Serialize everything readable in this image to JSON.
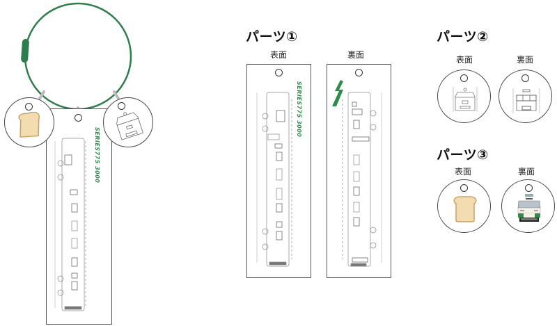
{
  "assembled": {
    "ring_color": "#2e7d4f",
    "series_text": "SERIES775 3000"
  },
  "parts": [
    {
      "title": "パーツ①",
      "faces": [
        {
          "label": "表面",
          "series_text": "SERIES775 3000"
        },
        {
          "label": "裏面"
        }
      ]
    },
    {
      "title": "パーツ②",
      "faces": [
        {
          "label": "表面"
        },
        {
          "label": "裏面"
        }
      ]
    },
    {
      "title": "パーツ③",
      "faces": [
        {
          "label": "表面",
          "icon": "bread-toast"
        },
        {
          "label": "裏面",
          "icon": "train-front-color"
        }
      ]
    }
  ],
  "colors": {
    "accent_green": "#2e8b4a",
    "bread_fill": "#f3dcb0",
    "bread_crust": "#c9a267",
    "outline": "#444444"
  }
}
